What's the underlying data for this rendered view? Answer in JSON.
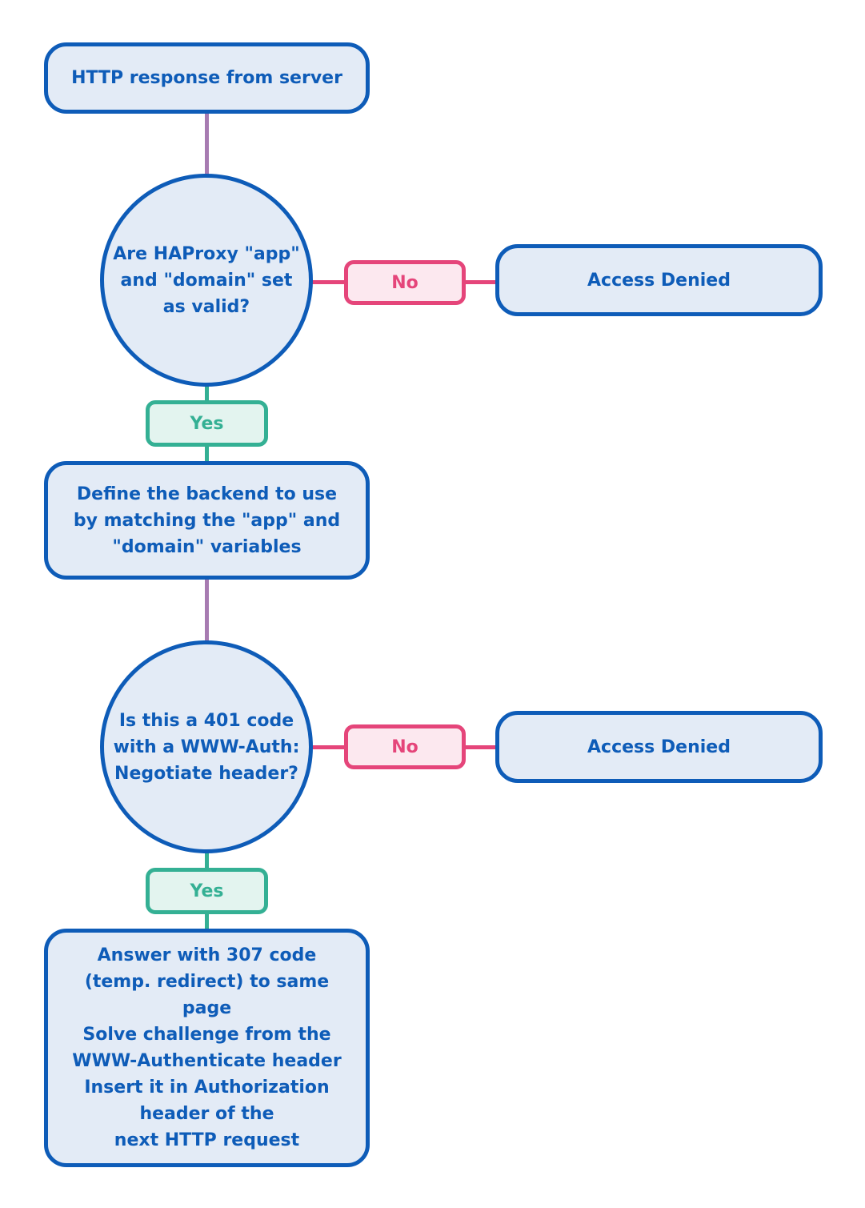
{
  "nodes": {
    "start": "HTTP response from server",
    "decision1": "Are HAProxy \"app\"\nand \"domain\" set\nas valid?",
    "deny1": "Access Denied",
    "backend": "Define the backend to use\nby matching the \"app\" and\n\"domain\" variables",
    "decision2": "Is this a 401 code\nwith a WWW-Auth:\nNegotiate header?",
    "deny2": "Access Denied",
    "answer": "Answer with 307 code\n(temp. redirect) to same\npage\nSolve challenge from the\nWWW-Authenticate header\nInsert it in Authorization\nheader of the\nnext HTTP request"
  },
  "edges": {
    "no1": "No",
    "yes1": "Yes",
    "no2": "No",
    "yes2": "Yes"
  },
  "colors": {
    "node_fill": "#e3ebf6",
    "node_border": "#0e5cb8",
    "no_color": "#e5457a",
    "yes_color": "#34b094",
    "flow_line": "#a77bb1"
  }
}
